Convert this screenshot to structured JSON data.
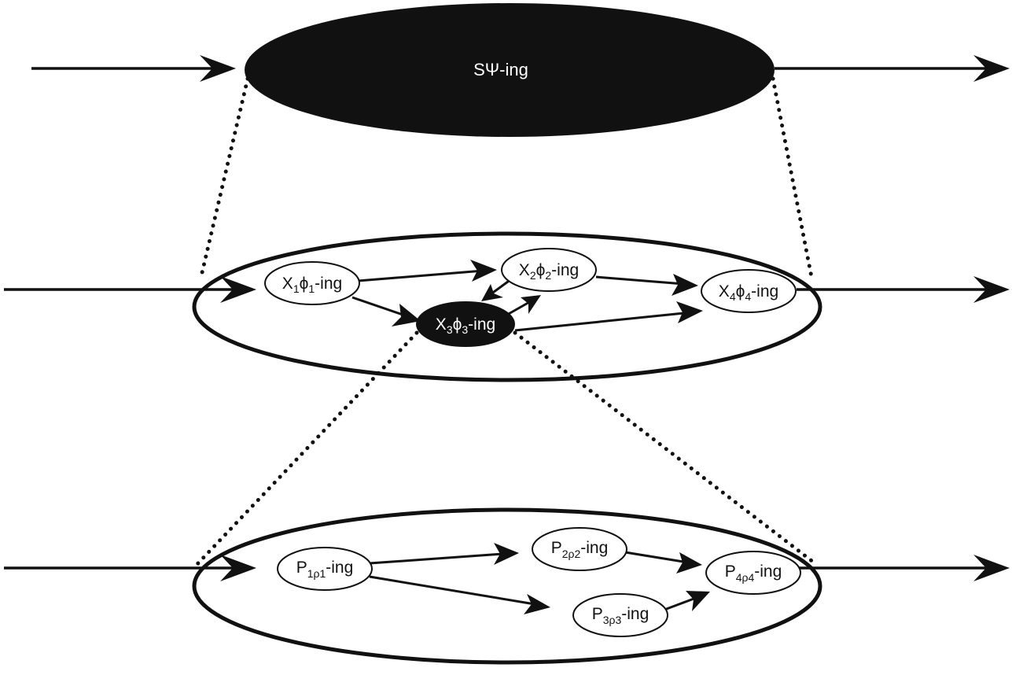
{
  "top": {
    "label_a": "SΨ-ing"
  },
  "middle": {
    "x1": {
      "base": "X",
      "sub1": "1",
      "phi": "ϕ",
      "sub2": "1",
      "suffix": "-ing"
    },
    "x2": {
      "base": "X",
      "sub1": "2",
      "phi": "ϕ",
      "sub2": "2",
      "suffix": "-ing"
    },
    "x3": {
      "base": "X",
      "sub1": "3",
      "phi": "ϕ",
      "sub2": "3",
      "suffix": "-ing"
    },
    "x4": {
      "base": "X",
      "sub1": "4",
      "phi": "ϕ",
      "sub2": "4",
      "suffix": "-ing"
    }
  },
  "bottom": {
    "p1": {
      "base": "P",
      "sub": "1ρ1",
      "suffix": "-ing"
    },
    "p2": {
      "base": "P",
      "sub": "2ρ2",
      "suffix": "-ing"
    },
    "p3": {
      "base": "P",
      "sub": "3ρ3",
      "suffix": "-ing"
    },
    "p4": {
      "base": "P",
      "sub": "4ρ4",
      "suffix": "-ing"
    }
  },
  "colors": {
    "ink": "#111111",
    "paper": "#ffffff"
  }
}
